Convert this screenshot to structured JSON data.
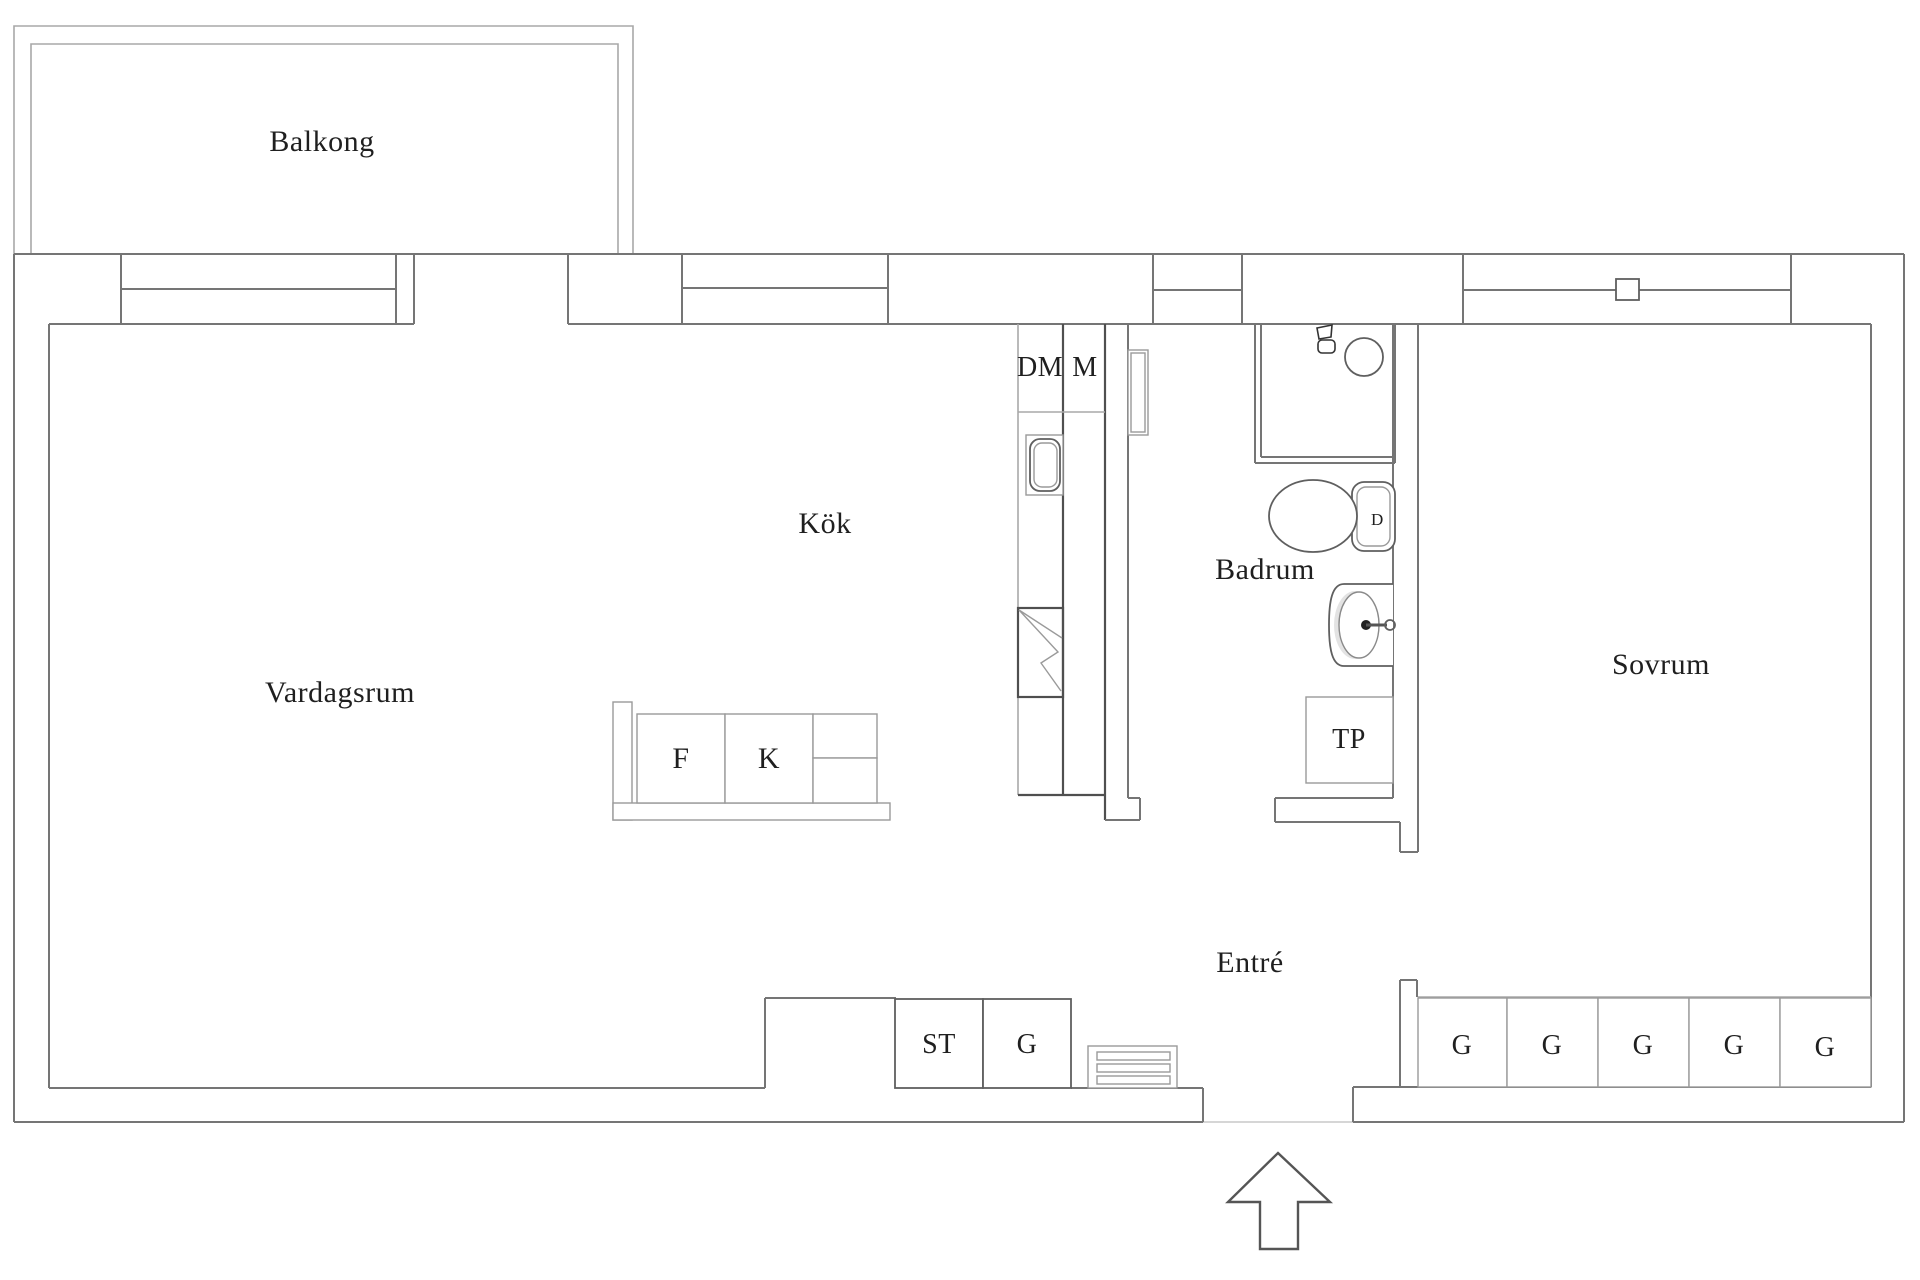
{
  "plan": {
    "type": "apartment-floor-plan",
    "language": "sv"
  },
  "rooms": {
    "balcony": "Balkong",
    "living_room": "Vardagsrum",
    "kitchen": "Kök",
    "bathroom": "Badrum",
    "bedroom": "Sovrum",
    "entrance": "Entré"
  },
  "fixtures": {
    "dishwasher": "DM",
    "machine": "M",
    "fridge": "F",
    "freezer": "K",
    "drying_cabinet": "TP",
    "cleaning_closet": "ST",
    "entry_wardrobe": "G",
    "bedroom_wardrobes": [
      "G",
      "G",
      "G",
      "G",
      "G"
    ],
    "toilet_flush": "D"
  },
  "colors": {
    "background": "#ffffff",
    "wall_line": "#757575",
    "light_line": "#a8a8a8",
    "furniture_line": "#4f4f4f",
    "text": "#1f1f1f"
  }
}
